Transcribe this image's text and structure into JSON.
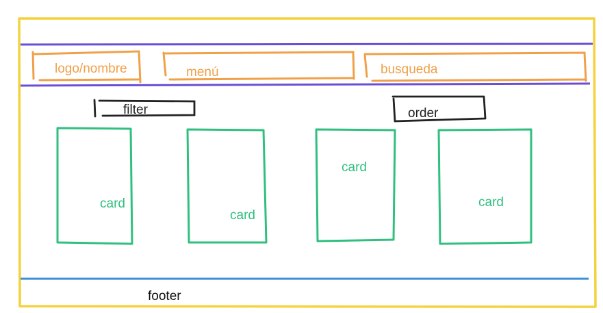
{
  "colors": {
    "frame": "#f4d23c",
    "header_lines": "#6a4fd6",
    "header_boxes": "#f0a048",
    "controls": "#222222",
    "cards": "#2fbf7e",
    "footer_line": "#3d8fd6",
    "footer_text": "#111111"
  },
  "header": {
    "logo_label": "logo/nombre",
    "menu_label": "menú",
    "search_label": "busqueda"
  },
  "controls": {
    "filter_label": "filter",
    "order_label": "order"
  },
  "cards": [
    {
      "label": "card"
    },
    {
      "label": "card"
    },
    {
      "label": "card"
    },
    {
      "label": "card"
    }
  ],
  "footer": {
    "label": "footer"
  }
}
